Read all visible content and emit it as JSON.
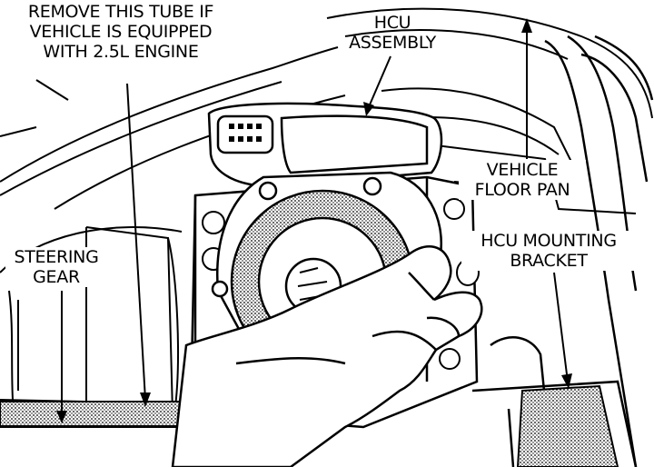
{
  "figure": {
    "callouts": {
      "remove_tube": {
        "lines": [
          "REMOVE THIS TUBE IF",
          "VEHICLE IS EQUIPPED",
          "WITH 2.5L ENGINE"
        ]
      },
      "hcu_assembly": {
        "lines": [
          "HCU",
          "ASSEMBLY"
        ]
      },
      "vehicle_floor_pan": {
        "lines": [
          "VEHICLE",
          "FLOOR PAN"
        ]
      },
      "hcu_mounting_bracket": {
        "lines": [
          "HCU MOUNTING",
          "BRACKET"
        ]
      },
      "steering_gear": {
        "lines": [
          "STEERING",
          "GEAR"
        ]
      }
    },
    "colors": {
      "ink": "#000000",
      "paper": "#ffffff",
      "stipple": "#8a8a8a"
    }
  }
}
